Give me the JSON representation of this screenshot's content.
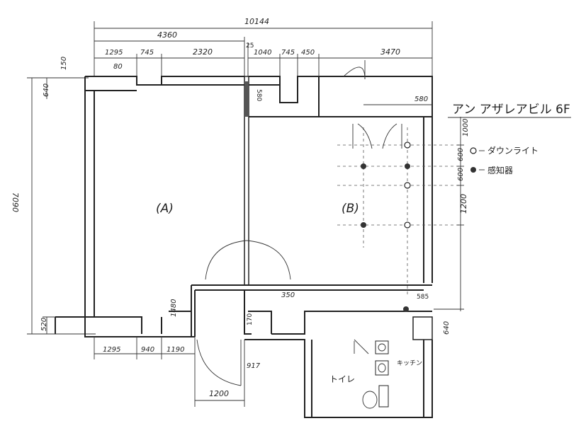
{
  "title": "アン アザレアビル 6F",
  "rooms": {
    "a": "(A)",
    "b": "(B)",
    "toilet": "トイレ",
    "kitchen": "キッチン"
  },
  "legend": {
    "downlight": "ダウンライト",
    "sensor": "感知器"
  },
  "dimensions": {
    "total_width": "10144",
    "left_width": "4360",
    "gap": "25",
    "top_left_a": "1295",
    "top_left_b": "745",
    "top_left_c": "2320",
    "top_right_a": "1040",
    "top_right_b": "745",
    "top_right_c": "450",
    "top_right_d": "3470",
    "top_80": "80",
    "top_150": "150",
    "left_640": "640",
    "left_height": "7090",
    "left_520": "520",
    "right_580": "580",
    "right_1000": "1000",
    "right_600a": "600",
    "right_600b": "600",
    "right_1200": "1200",
    "right_640": "640",
    "mid_1480": "1480",
    "mid_350": "350",
    "mid_170": "170",
    "mid_585": "585",
    "mid_580": "580",
    "bottom_1295": "1295",
    "bottom_940": "940",
    "bottom_1190": "1190",
    "bottom_917": "917",
    "bottom_1200": "1200"
  }
}
